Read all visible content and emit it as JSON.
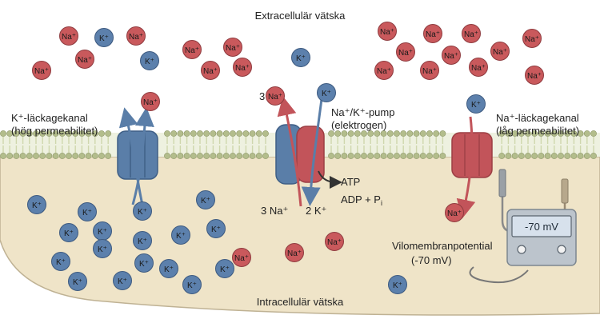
{
  "labels": {
    "extracellular": "Extracellulär vätska",
    "intracellular": "Intracellulär vätska",
    "k_channel_line1": "K⁺-läckagekanal",
    "k_channel_line2": "(hög permeabilitet)",
    "pump_line1": "Na⁺/K⁺-pump",
    "pump_line2": "(elektrogen)",
    "na_channel_line1": "Na⁺-läckagekanal",
    "na_channel_line2": "(låg permeabilitet)",
    "pump_out_count": "3",
    "pump_in_na": "3 Na⁺",
    "pump_in_k": "2 K⁺",
    "atp": "ATP",
    "adp": "ADP + P",
    "adp_sub": "i",
    "resting_line1": "Vilomembranpotential",
    "resting_line2": "(-70 mV)",
    "meter_display": "-70 mV"
  },
  "ions": {
    "na_label": "Na⁺",
    "k_label": "K⁺",
    "outside": [
      {
        "type": "na"
      },
      {
        "type": "k"
      },
      {
        "type": "na"
      },
      {
        "type": "na"
      },
      {
        "type": "na"
      },
      {
        "type": "na"
      },
      {
        "type": "na"
      },
      {
        "type": "k"
      },
      {
        "type": "na"
      },
      {
        "type": "na"
      },
      {
        "type": "k"
      },
      {
        "type": "na"
      },
      {
        "type": "na"
      },
      {
        "type": "na"
      },
      {
        "type": "na"
      },
      {
        "type": "na"
      },
      {
        "type": "na"
      },
      {
        "type": "na"
      },
      {
        "type": "na"
      },
      {
        "type": "na"
      },
      {
        "type": "na"
      },
      {
        "type": "na"
      },
      {
        "type": "na"
      },
      {
        "type": "k"
      },
      {
        "type": "na"
      },
      {
        "type": "k"
      },
      {
        "type": "na"
      }
    ],
    "inside": [
      {
        "type": "k"
      },
      {
        "type": "k"
      },
      {
        "type": "k"
      },
      {
        "type": "k"
      },
      {
        "type": "k"
      },
      {
        "type": "k"
      },
      {
        "type": "k"
      },
      {
        "type": "k"
      },
      {
        "type": "k"
      },
      {
        "type": "k"
      },
      {
        "type": "k"
      },
      {
        "type": "k"
      },
      {
        "type": "k"
      },
      {
        "type": "k"
      },
      {
        "type": "k"
      },
      {
        "type": "k"
      },
      {
        "type": "k"
      },
      {
        "type": "na"
      },
      {
        "type": "na"
      },
      {
        "type": "na"
      },
      {
        "type": "k"
      },
      {
        "type": "na"
      }
    ]
  },
  "colors": {
    "na_fill": "#c9595c",
    "k_fill": "#5c80ac",
    "cytoplasm": "#efe4c8",
    "lipid_head": "#b3bd8c",
    "lipid_tail": "#cfd7ad",
    "k_channel": "#5a7ea8",
    "na_channel": "#c2545a",
    "meter_body": "#bcc4cc",
    "meter_screen": "#d7e1ec"
  }
}
